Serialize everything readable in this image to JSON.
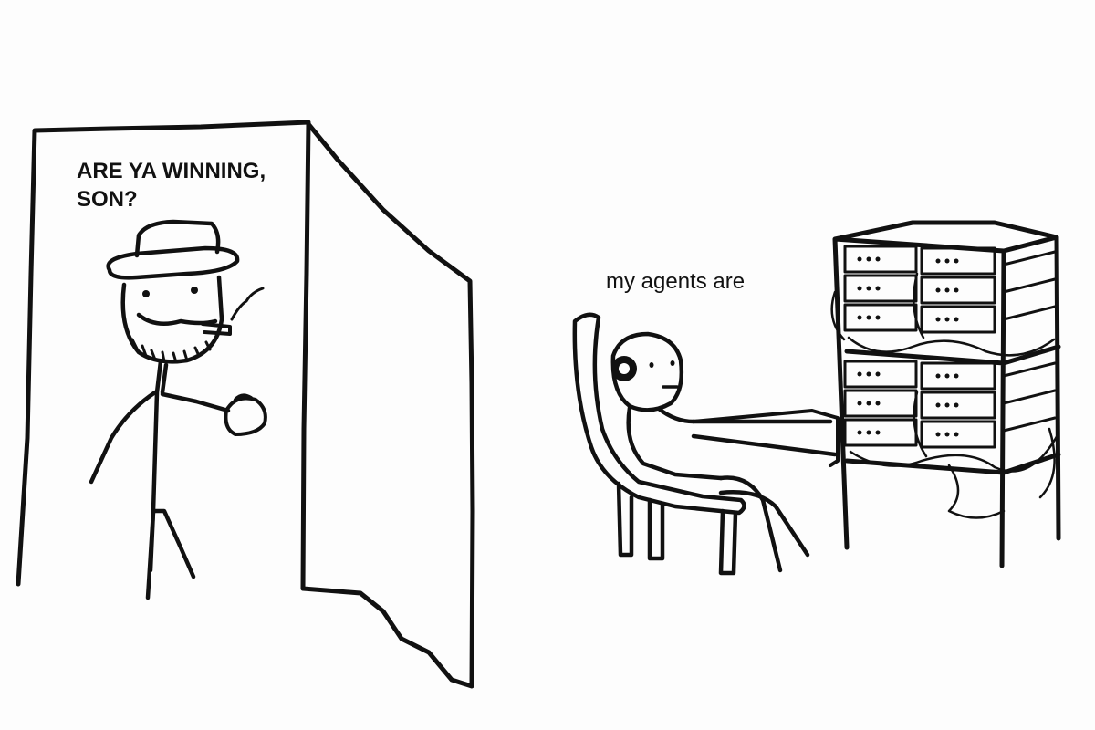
{
  "captions": {
    "dad_line1": "ARE YA WINNING,",
    "dad_line2": "SON?",
    "kid": "my agents are"
  },
  "colors": {
    "background": "#fdfdfd",
    "ink": "#111111"
  }
}
